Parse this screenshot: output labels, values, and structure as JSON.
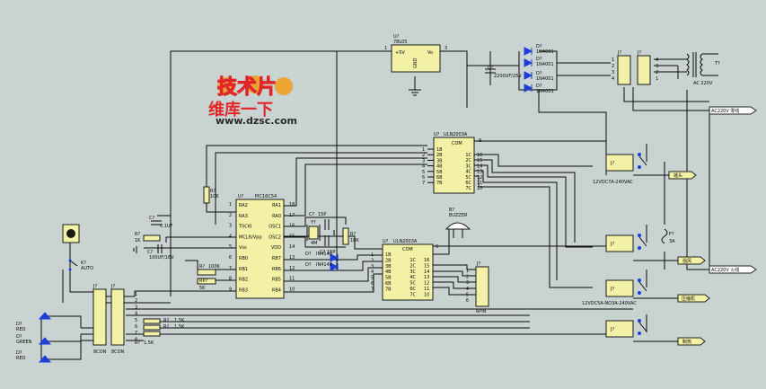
{
  "colors": {
    "background": "#c9d3d1",
    "wire": "#0b0b0b",
    "component_fill": "#f3f1a6",
    "led": "#1f3fd6",
    "watermark_red": "#e0262a",
    "watermark_orange": "#f0a020",
    "watermark_url": "#2a2a2a"
  },
  "watermark": {
    "logo_top": "技术片",
    "logo_bottom": "维库一下",
    "url": "www.dzsc.com"
  },
  "regulator": {
    "ref": "U?",
    "part": "78L05",
    "pin_in": "1",
    "pin_out": "3",
    "pin_vin": "+5V",
    "pin_vo": "Vo",
    "pin_gnd": "GND"
  },
  "filter_cap": {
    "ref": "C?",
    "value": "2200UF/25V"
  },
  "bridge": {
    "diodes": [
      {
        "ref": "D?",
        "part": "1N4001"
      },
      {
        "ref": "D?",
        "part": "1N4001"
      },
      {
        "ref": "D?",
        "part": "1N4001"
      },
      {
        "ref": "D?",
        "part": "1N4001"
      }
    ]
  },
  "connector_j_top": {
    "ref": "J?",
    "ref2": "J?",
    "pins": [
      "1",
      "2",
      "3",
      "4"
    ],
    "pins2": [
      "4",
      "3",
      "2",
      "1"
    ]
  },
  "transformer": {
    "ref": "T?",
    "label": "AC 220V"
  },
  "ac_tags": {
    "ac_top": "AC220V 零线",
    "ac_mid": "AC220V 火线"
  },
  "uln_top": {
    "ref": "U?",
    "part": "ULN2003A",
    "com": "COM",
    "com_pin": "9",
    "inputs": [
      "1B",
      "2B",
      "3B",
      "4B",
      "5B",
      "6B",
      "7B"
    ],
    "outputs": [
      "1C",
      "2C",
      "3C",
      "4C",
      "5C",
      "6C",
      "7C"
    ],
    "in_pins": [
      "1",
      "2",
      "3",
      "4",
      "5",
      "6",
      "7"
    ],
    "out_pins": [
      "16",
      "15",
      "14",
      "13",
      "12",
      "11",
      "10"
    ]
  },
  "uln_bottom": {
    "ref": "U?",
    "part": "ULN2003A",
    "com": "COM",
    "com_pin": "9",
    "inputs": [
      "1B",
      "2B",
      "3B",
      "4B",
      "5B",
      "6B",
      "7B"
    ],
    "outputs": [
      "1C",
      "2C",
      "3C",
      "4C",
      "5C",
      "6C",
      "7C"
    ],
    "in_pins": [
      "1",
      "2",
      "3",
      "4",
      "5",
      "6",
      "7"
    ],
    "out_pins": [
      "16",
      "15",
      "14",
      "13",
      "12",
      "11",
      "10"
    ]
  },
  "mcu": {
    "ref": "U?",
    "part": "PIC16C54",
    "left": [
      "RA2",
      "RA3",
      "T0CKI",
      "MCLR/Vpp",
      "Vss",
      "RB0",
      "RB1",
      "RB2",
      "RB3"
    ],
    "left_pins": [
      "1",
      "2",
      "3",
      "4",
      "5",
      "6",
      "7",
      "8",
      "9"
    ],
    "right": [
      "RA1",
      "RA0",
      "OSC1",
      "OSC2",
      "VDD",
      "RB7",
      "RB6",
      "RB5",
      "RB4"
    ],
    "right_pins": [
      "18",
      "17",
      "16",
      "15",
      "14",
      "13",
      "12",
      "11",
      "10"
    ]
  },
  "crystal": {
    "ref": "Y?",
    "value": "4M",
    "c1": "C?",
    "c1v": "15P",
    "c2": "C?",
    "c2v": "15P"
  },
  "r_mclr": {
    "ref": "R?",
    "value": "10K"
  },
  "r_osc": {
    "ref": "R?",
    "value": "10K"
  },
  "c_small": {
    "ref": "C?",
    "value": "0.1UF"
  },
  "c_big": {
    "ref": "C?",
    "value": "100UF/16V"
  },
  "r_in": {
    "ref": "R?",
    "value": "1K"
  },
  "r_rb0": {
    "ref": "R?",
    "value": "100K"
  },
  "rp": {
    "ref": "RP?",
    "value": "5K"
  },
  "d_small": [
    {
      "ref": "D?",
      "part": "IN4148"
    },
    {
      "ref": "D?",
      "part": "IN4148"
    }
  ],
  "buzzer": {
    "ref": "B?",
    "label": "BUZZER"
  },
  "jp_right": {
    "ref": "J?",
    "label": "6PIN",
    "pins": [
      "1",
      "2",
      "3",
      "4",
      "5",
      "6"
    ]
  },
  "key": {
    "ref": "K?",
    "label": "AUTO"
  },
  "conn_left": {
    "ref": "J?",
    "label": "8CON",
    "ref2": "J?",
    "label2": "8CON",
    "pins": [
      "1",
      "2",
      "3",
      "4",
      "5",
      "6",
      "7",
      "8"
    ]
  },
  "leds": [
    {
      "ref": "D?",
      "label": "RED"
    },
    {
      "ref": "D?",
      "label": "GREEN"
    },
    {
      "ref": "D?",
      "label": "RED"
    }
  ],
  "led_resistors": {
    "r1": "R?",
    "r1v": "1.5K",
    "r2": "R?",
    "r2v": "1.5K",
    "r3": "R?",
    "r3v": "1.5K"
  },
  "relays": [
    {
      "ref": "J?",
      "spec": "12VDC7A-240VAC",
      "tag": "摇头"
    },
    {
      "ref": "J?",
      "spec": "",
      "tag": "强风"
    },
    {
      "ref": "J?",
      "spec": "12VDC5A-NO3A-240VAC",
      "tag": "压缩机"
    },
    {
      "ref": "J?",
      "spec": "",
      "tag": "制热"
    }
  ],
  "fuse": {
    "ref": "F?",
    "value": "3A"
  }
}
